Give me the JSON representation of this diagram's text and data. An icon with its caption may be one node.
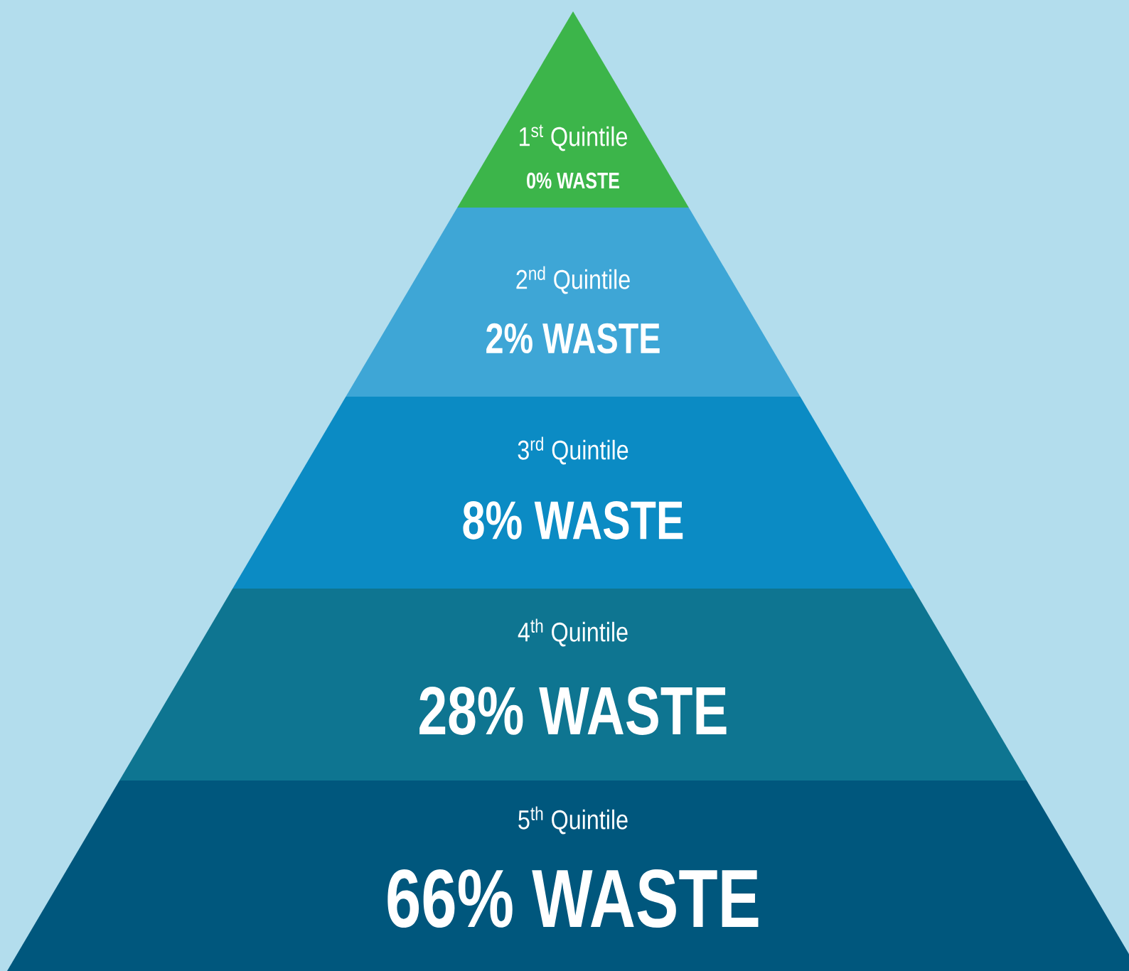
{
  "diagram": {
    "nodes": [
      {
        "text": [
          "1$^{st}$ Quintile",
          "0% WASTE"
        ]
      },
      {
        "text": [
          "2$^{nd}$ Quintile",
          "2% WASTE"
        ]
      },
      {
        "text": [
          "3$^{rd}$ Quintile",
          "8% WASTE"
        ]
      },
      {
        "text": [
          "4$^{th}$ Quintile",
          "28% WASTE"
        ]
      },
      {
        "text": [
          "5$^{th}$ Quintile",
          "66% WASTE"
        ]
      }
    ]
  }
}
